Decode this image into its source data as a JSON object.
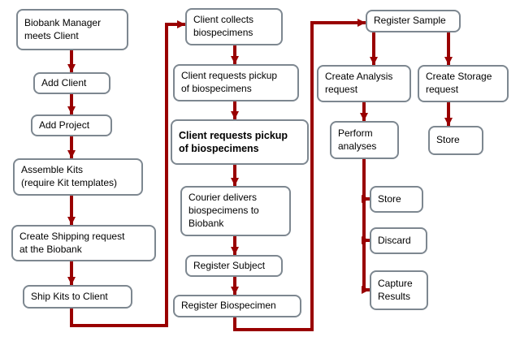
{
  "colors": {
    "arrow": "#990000",
    "border": "#7d8790"
  },
  "nodes": {
    "meet_client": {
      "label": "Biobank Manager\nmeets Client"
    },
    "add_client": {
      "label": "Add Client"
    },
    "add_project": {
      "label": "Add Project"
    },
    "assemble_kits": {
      "label": "Assemble Kits\n(require Kit templates)"
    },
    "create_shipping": {
      "label": "Create Shipping request\nat the Biobank"
    },
    "ship_kits": {
      "label": "Ship Kits to Client"
    },
    "collect_biospecimens": {
      "label": "Client collects\nbiospecimens"
    },
    "request_pickup": {
      "label": "Client requests pickup\nof biospecimens"
    },
    "request_pickup_bold": {
      "label": "Client requests pickup\nof biospecimens"
    },
    "courier_delivers": {
      "label": "Courier delivers\nbiospecimens to\nBiobank"
    },
    "register_subject": {
      "label": "Register Subject"
    },
    "register_biospecimen": {
      "label": "Register Biospecimen"
    },
    "register_sample": {
      "label": "Register Sample"
    },
    "create_analysis": {
      "label": "Create Analysis\nrequest"
    },
    "create_storage": {
      "label": "Create Storage\nrequest"
    },
    "perform_analyses": {
      "label": "Perform\nanalyses"
    },
    "store_after_storage": {
      "label": "Store"
    },
    "store_after_analyses": {
      "label": "Store"
    },
    "discard": {
      "label": "Discard"
    },
    "capture_results": {
      "label": "Capture\nResults"
    }
  }
}
